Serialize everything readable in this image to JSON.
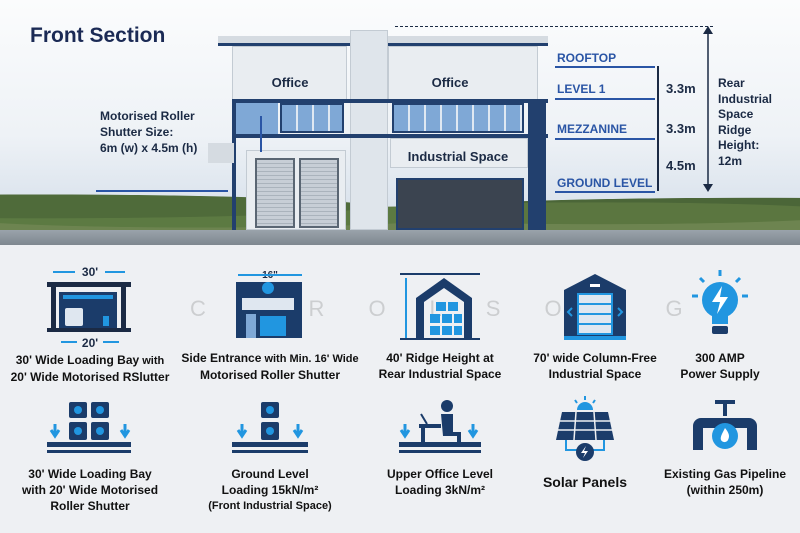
{
  "title": "Front Section",
  "building": {
    "office_left": "Office",
    "office_right": "Office",
    "industrial": "Industrial Space",
    "shutter_note": {
      "line1": "Motorised Roller",
      "line2": "Shutter Size:",
      "line3": "6m (w) x 4.5m (h)"
    }
  },
  "levels": [
    {
      "label": "ROOFTOP"
    },
    {
      "label": "LEVEL 1"
    },
    {
      "label": "MEZZANINE"
    },
    {
      "label": "GROUND LEVEL"
    }
  ],
  "heights": [
    "3.3m",
    "3.3m",
    "4.5m"
  ],
  "ridge": {
    "line1": "Rear",
    "line2": "Industrial",
    "line3": "Space",
    "line4": "Ridge",
    "line5": "Height:",
    "line6": "12m"
  },
  "watermark": "CAROLSONG",
  "features_row1": [
    {
      "icon": "loading-bay-icon",
      "dim_top": "30'",
      "dim_bottom": "20'",
      "line1a": "30' Wide Loading Bay",
      "line1b": " with",
      "line2": "20' Wide Motorised RSlutter"
    },
    {
      "icon": "side-entrance-icon",
      "dim_top": "16\"",
      "line1a": "Side Entrance",
      "line1b": " with Min. 16' Wide",
      "line2": "Motorised Roller Shutter"
    },
    {
      "icon": "ridge-height-icon",
      "line1": "40' Ridge Height at",
      "line2": "Rear Industrial Space"
    },
    {
      "icon": "column-free-icon",
      "line1": "70' wide Column-Free",
      "line2": "Industrial Space"
    },
    {
      "icon": "power-bulb-icon",
      "line1": "300 AMP",
      "line2": "Power Supply"
    }
  ],
  "features_row2": [
    {
      "icon": "floor-loading-icon",
      "line1": "30' Wide Loading Bay",
      "line2": "with 20' Wide Motorised",
      "line3": "Roller Shutter"
    },
    {
      "icon": "ground-loading-icon",
      "line1": "Ground Level",
      "line2": "Loading 15kN/m²",
      "line3": "(Front Industrial Space)"
    },
    {
      "icon": "office-loading-icon",
      "line1": "Upper Office Level",
      "line2": "Loading 3kN/m²"
    },
    {
      "icon": "solar-panel-icon",
      "line1": "Solar Panels"
    },
    {
      "icon": "gas-pipeline-icon",
      "line1": "Existing Gas Pipeline",
      "line2": "(within 250m)"
    }
  ],
  "colors": {
    "navy": "#1b2a44",
    "accent": "#2196e0",
    "level": "#2a55a5"
  }
}
